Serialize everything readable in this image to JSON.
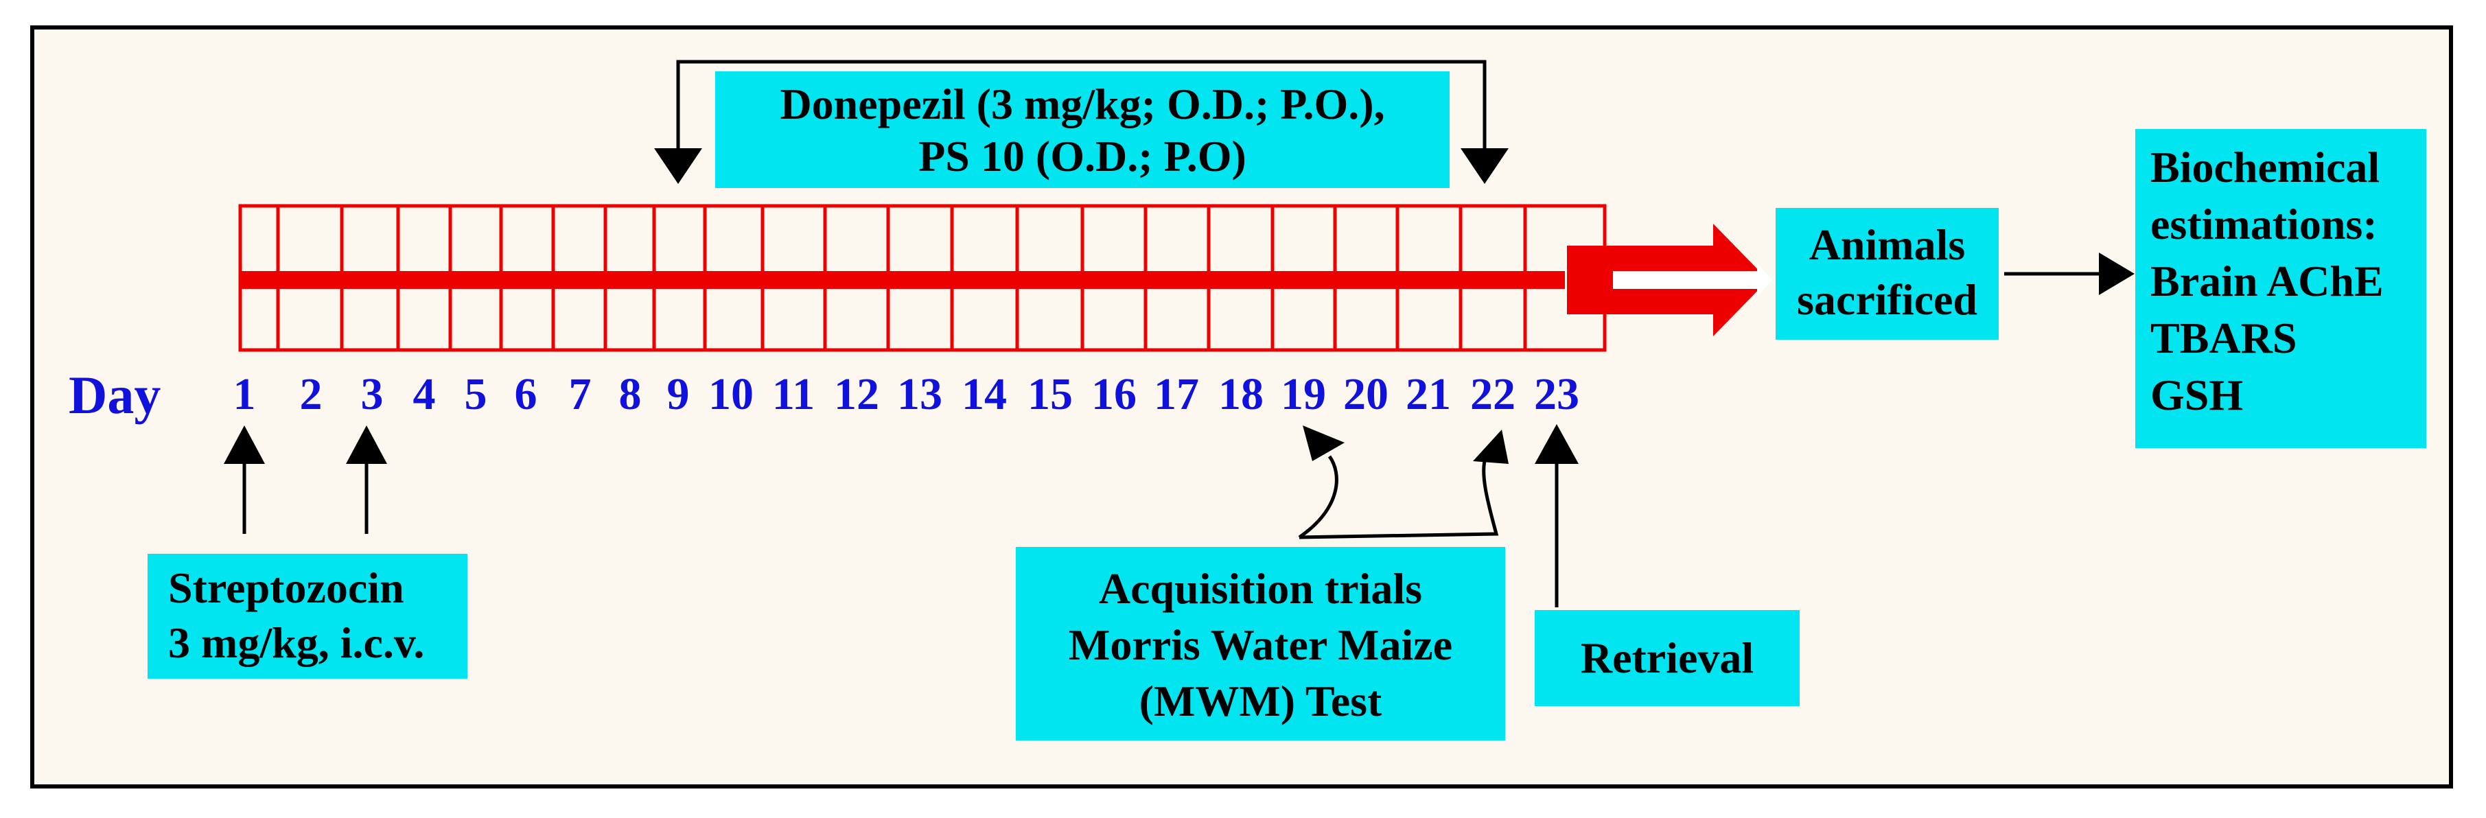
{
  "colors": {
    "background": "#fdf8ef",
    "border": "#000000",
    "box_fill": "#00e5f0",
    "timeline": "#ee0000",
    "day_text": "#1111dd"
  },
  "day_label": "Day",
  "days": [
    "1",
    "2",
    "3",
    "4",
    "5",
    "6",
    "7",
    "8",
    "9",
    "10",
    "11",
    "12",
    "13",
    "14",
    "15",
    "16",
    "17",
    "18",
    "19",
    "20",
    "21",
    "22",
    "23"
  ],
  "boxes": {
    "donepezil": {
      "lines": [
        "Donepezil (3 mg/kg; O.D.; P.O.),",
        "PS 10 (O.D.; P.O)"
      ]
    },
    "animals": {
      "lines": [
        "Animals",
        "sacrificed"
      ]
    },
    "biochemical": {
      "lines": [
        "Biochemical",
        "estimations:",
        "Brain AChE",
        "TBARS",
        "GSH"
      ]
    },
    "streptozocin": {
      "lines": [
        "Streptozocin",
        "3 mg/kg, i.c.v."
      ]
    },
    "acquisition": {
      "lines": [
        "Acquisition trials",
        "Morris Water Maize",
        "(MWM) Test"
      ]
    },
    "retrieval": {
      "label": "Retrieval"
    }
  }
}
